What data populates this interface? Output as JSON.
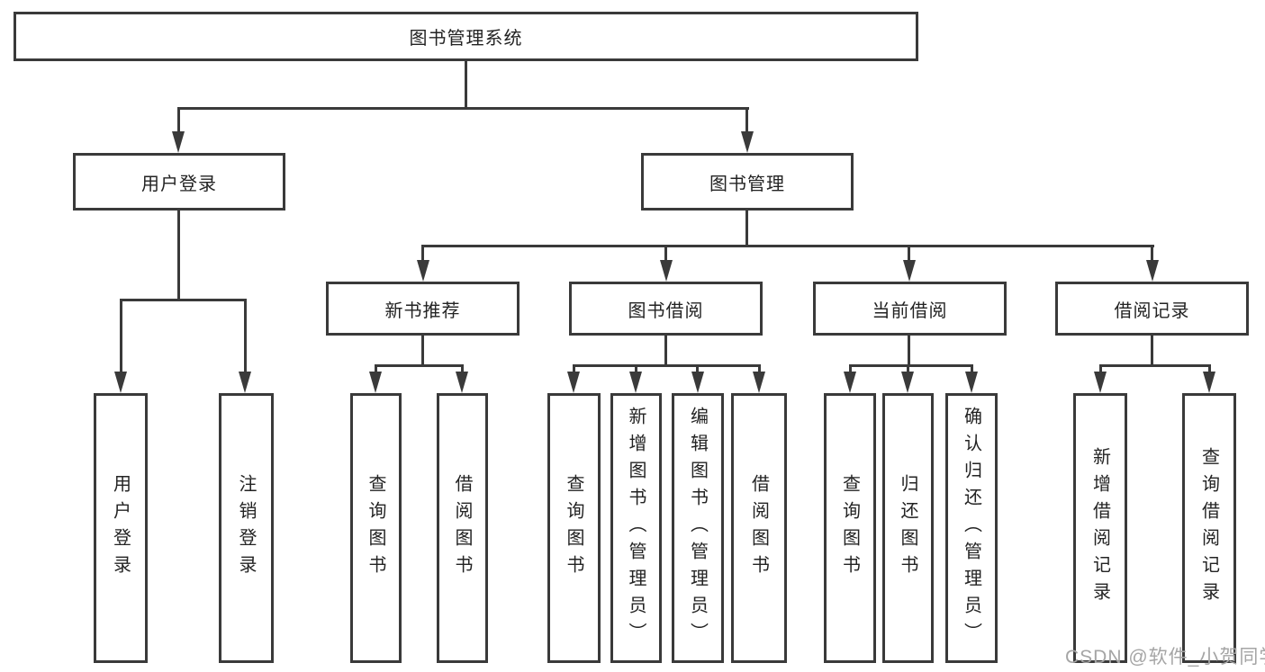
{
  "diagram": {
    "type": "hierarchy-tree",
    "tree": {
      "label": "图书管理系统",
      "children": [
        {
          "label": "用户登录",
          "children": [
            {
              "label": "用户登录"
            },
            {
              "label": "注销登录"
            }
          ]
        },
        {
          "label": "图书管理",
          "children": [
            {
              "label": "新书推荐",
              "children": [
                {
                  "label": "查询图书"
                },
                {
                  "label": "借阅图书"
                }
              ]
            },
            {
              "label": "图书借阅",
              "children": [
                {
                  "label": "查询图书"
                },
                {
                  "label": "新增图书（管理员）"
                },
                {
                  "label": "编辑图书（管理员）"
                },
                {
                  "label": "借阅图书"
                }
              ]
            },
            {
              "label": "当前借阅",
              "children": [
                {
                  "label": "查询图书"
                },
                {
                  "label": "归还图书"
                },
                {
                  "label": "确认归还（管理员）"
                }
              ]
            },
            {
              "label": "借阅记录",
              "children": [
                {
                  "label": "新增借阅记录"
                },
                {
                  "label": "查询借阅记录"
                }
              ]
            }
          ]
        }
      ]
    },
    "colors": {
      "line": "#3a3a3a",
      "text": "#232323",
      "background": "#ffffff"
    }
  },
  "watermark": {
    "text": "CSDN @软件_小贺同学",
    "color": "#a5a5a5"
  }
}
